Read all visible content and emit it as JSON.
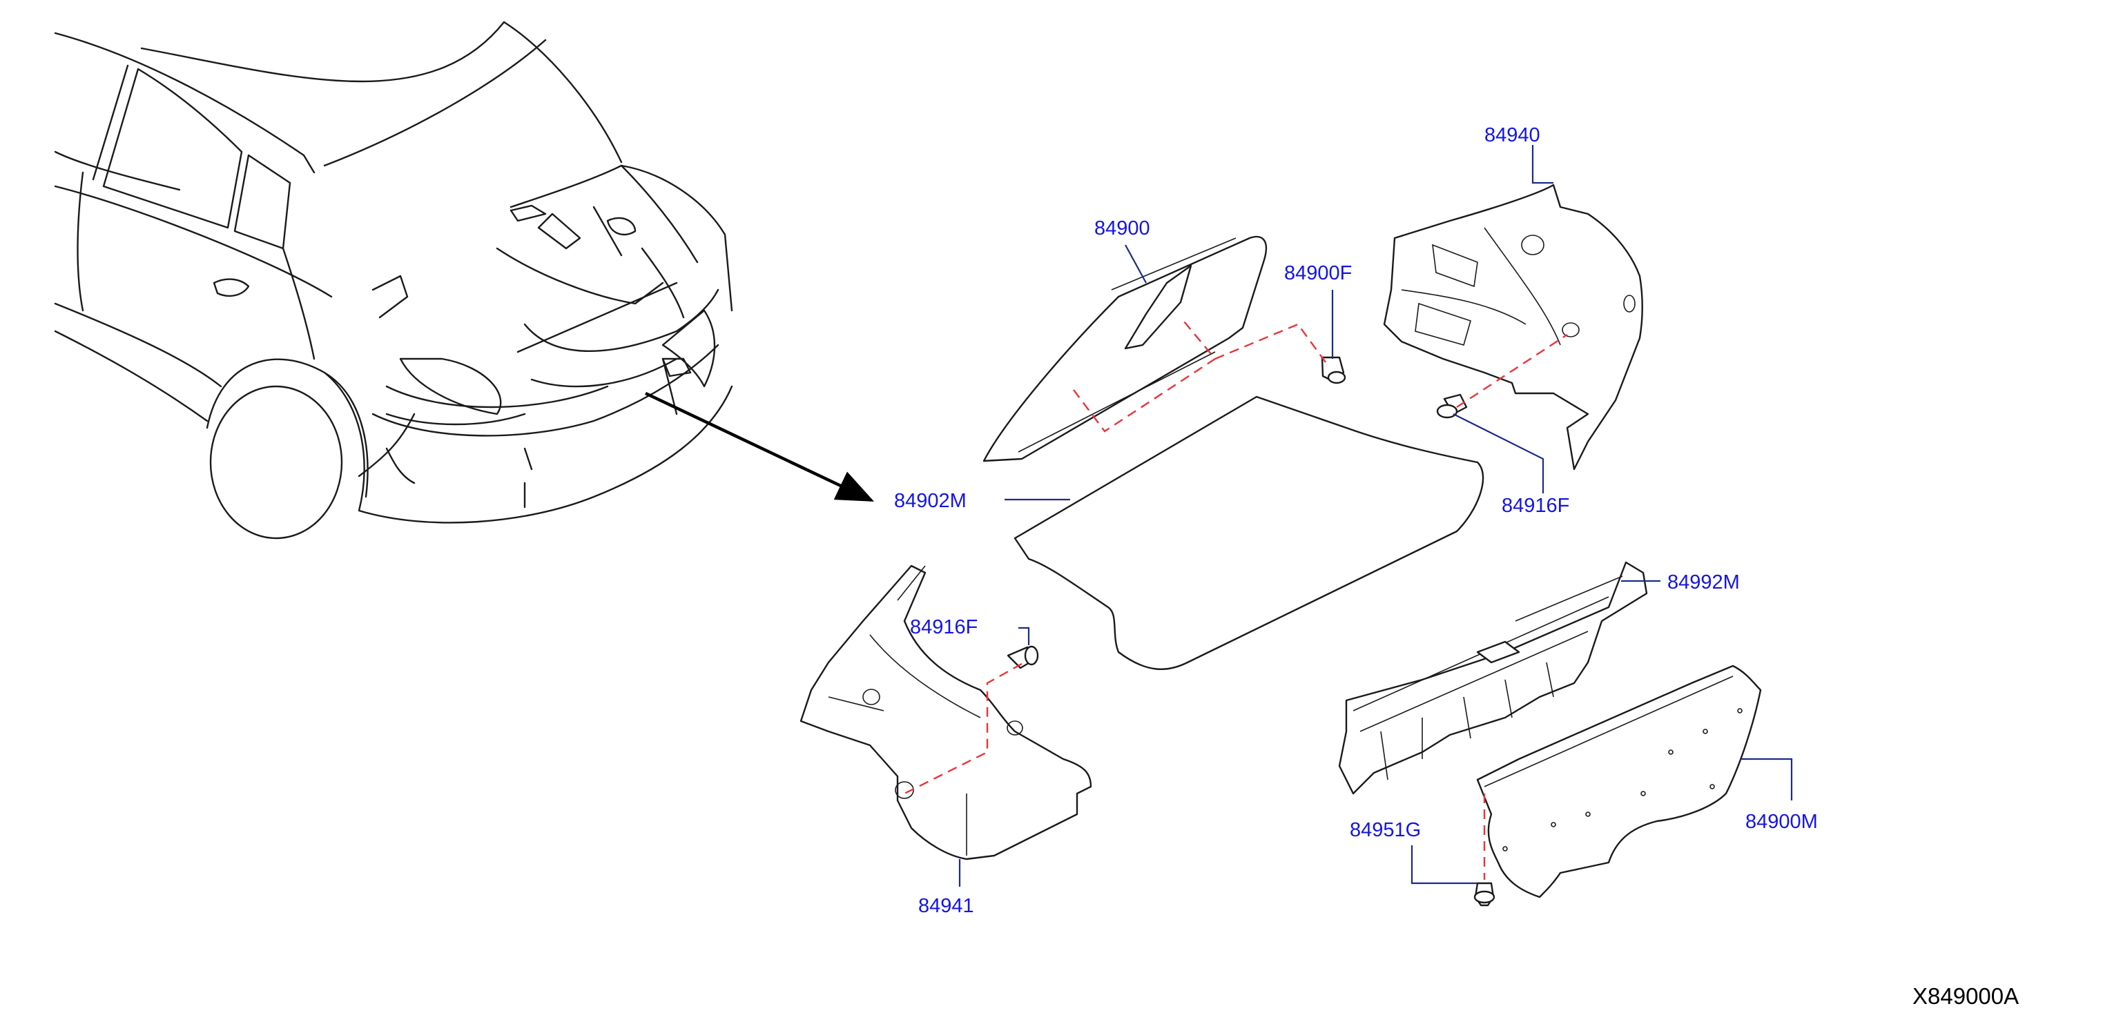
{
  "labels": {
    "board_84900": "84900",
    "clip_84900F": "84900F",
    "trim_84940": "84940",
    "clip_84916F_right": "84916F",
    "mat_84902M": "84902M",
    "clip_84916F_left": "84916F",
    "finisher_84992M": "84992M",
    "trim_84941": "84941",
    "clip_84951G": "84951G",
    "board_84900M": "84900M"
  },
  "drawing_code": "X849000A",
  "colors": {
    "callout_text": "#1414e6",
    "leader_line": "#1a2a8a",
    "dash_line": "#e8343a",
    "line_art": "#1a1a1a"
  }
}
